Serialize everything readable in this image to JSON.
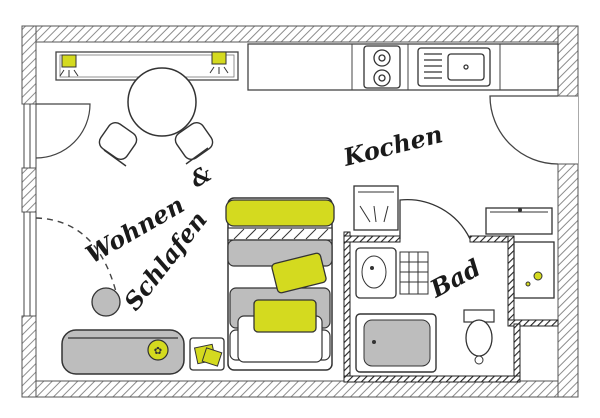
{
  "plan": {
    "rooms": {
      "wohnen": "Wohnen",
      "ampersand": "&",
      "schlafen": "Schlafen",
      "kochen": "Kochen",
      "bad": "Bad"
    },
    "colors": {
      "accent": "#d4da1f",
      "wall_hatch": "#8c8c8c",
      "line": "#333333",
      "furniture_fill": "#bdbdbd",
      "dark": "#1a1a1a"
    }
  }
}
